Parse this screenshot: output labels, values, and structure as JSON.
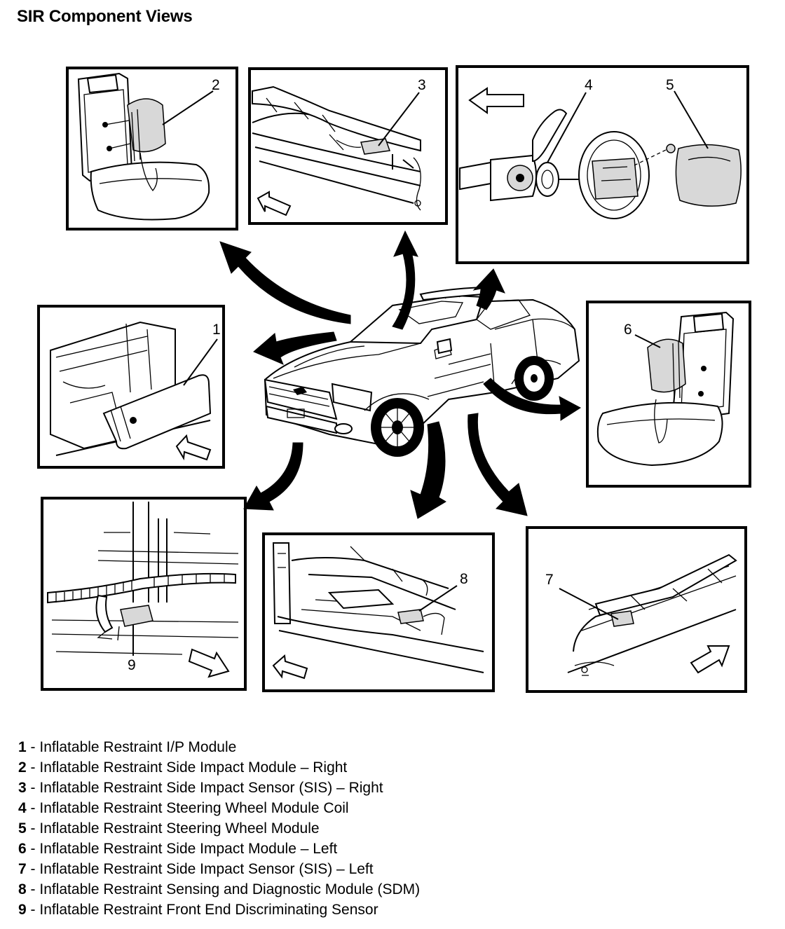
{
  "title": "SIR Component Views",
  "callouts": {
    "c1": "1",
    "c2": "2",
    "c3": "3",
    "c4": "4",
    "c5": "5",
    "c6": "6",
    "c7": "7",
    "c8": "8",
    "c9": "9"
  },
  "legend": [
    {
      "num": "1",
      "sep": " - ",
      "text": "Inflatable Restraint I/P Module"
    },
    {
      "num": "2",
      "sep": " - ",
      "text": "Inflatable Restraint Side Impact Module – Right"
    },
    {
      "num": "3",
      "sep": " - ",
      "text": "Inflatable Restraint Side Impact Sensor (SIS) – Right"
    },
    {
      "num": "4",
      "sep": " - ",
      "text": "Inflatable Restraint Steering Wheel Module Coil"
    },
    {
      "num": "5",
      "sep": " - ",
      "text": "Inflatable Restraint Steering Wheel Module"
    },
    {
      "num": "6",
      "sep": " - ",
      "text": "Inflatable Restraint Side Impact Module – Left"
    },
    {
      "num": "7",
      "sep": " - ",
      "text": "Inflatable Restraint Side Impact Sensor (SIS) – Left"
    },
    {
      "num": "8",
      "sep": " - ",
      "text": "Inflatable Restraint Sensing and Diagnostic Module (SDM)"
    },
    {
      "num": "9",
      "sep": " - ",
      "text": "Inflatable Restraint Front End Discriminating Sensor"
    }
  ],
  "colors": {
    "ink": "#000000",
    "paper": "#ffffff"
  }
}
